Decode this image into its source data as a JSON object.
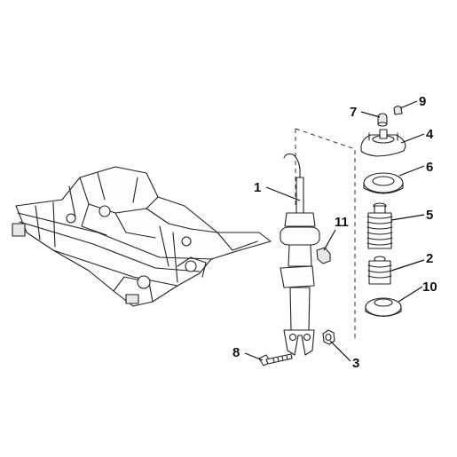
{
  "callouts": {
    "n1": "1",
    "n2": "2",
    "n3": "3",
    "n4": "4",
    "n5": "5",
    "n6": "6",
    "n7": "7",
    "n8": "8",
    "n9": "9",
    "n10": "10",
    "n11": "11"
  },
  "colors": {
    "line": "#222222",
    "label": "#111111",
    "background": "#ffffff"
  }
}
